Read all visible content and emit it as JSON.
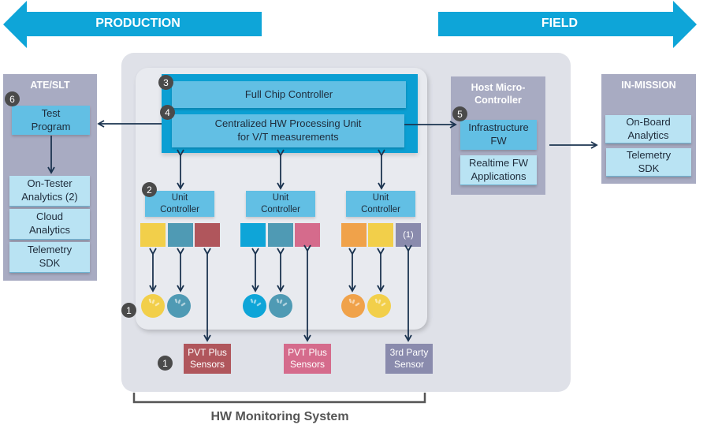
{
  "banners": {
    "production": "PRODUCTION",
    "field": "FIELD"
  },
  "colors": {
    "banner_blue": "#0ea5d8",
    "frame_blue": "#0b9fd3",
    "light_blue": "#62bfe4",
    "pale_blue": "#b9e3f3",
    "side_panel": "#a8abc2",
    "arrow_dark": "#1c3450",
    "badge": "#4a4a4a"
  },
  "ate_slt": {
    "title": "ATE/SLT",
    "badge": "6",
    "test_program": "Test Program",
    "items": [
      "On-Tester Analytics (2)",
      "Cloud Analytics",
      "Telemetry SDK"
    ]
  },
  "hw_system": {
    "full_chip_controller": {
      "badge": "3",
      "label": "Full Chip Controller"
    },
    "processing_unit": {
      "badge": "4",
      "label_line1": "Centralized HW Processing Unit",
      "label_line2": "for V/T measurements"
    },
    "unit_controllers": [
      {
        "badge": "2",
        "label": "Unit Controller",
        "blocks": [
          {
            "color": "#f2cf4a",
            "label": ""
          },
          {
            "color": "#4f9ab4",
            "label": ""
          },
          {
            "color": "#b0565c",
            "label": ""
          }
        ],
        "gauges": [
          "#f2cf4a",
          "#4f9ab4"
        ]
      },
      {
        "badge": "",
        "label": "Unit Controller",
        "blocks": [
          {
            "color": "#0ea5d8",
            "label": ""
          },
          {
            "color": "#4f9ab4",
            "label": ""
          },
          {
            "color": "#d56b8c",
            "label": ""
          }
        ],
        "gauges": [
          "#0ea5d8",
          "#4f9ab4"
        ]
      },
      {
        "badge": "",
        "label": "Unit Controller",
        "blocks": [
          {
            "color": "#f0a24a",
            "label": ""
          },
          {
            "color": "#f2cf4a",
            "label": ""
          },
          {
            "color": "#8a8bad",
            "label": "(1)"
          }
        ],
        "gauges": [
          "#f0a24a",
          "#f2cf4a"
        ]
      }
    ],
    "gauge_badge": "1",
    "external_sensors": [
      {
        "label": "PVT Plus Sensors",
        "color": "#b0565c",
        "badge": "1"
      },
      {
        "label": "PVT Plus Sensors",
        "color": "#d56b8c",
        "badge": ""
      },
      {
        "label": "3rd Party Sensor",
        "color": "#8a8bad",
        "badge": ""
      }
    ],
    "footer_label": "HW Monitoring System"
  },
  "host_micro": {
    "title": "Host Micro-Controller",
    "badge": "5",
    "infrastructure_fw": "Infrastructure FW",
    "realtime_fw": "Realtime FW Applications"
  },
  "in_mission": {
    "title": "IN-MISSION",
    "items": [
      "On-Board Analytics",
      "Telemetry SDK"
    ]
  }
}
